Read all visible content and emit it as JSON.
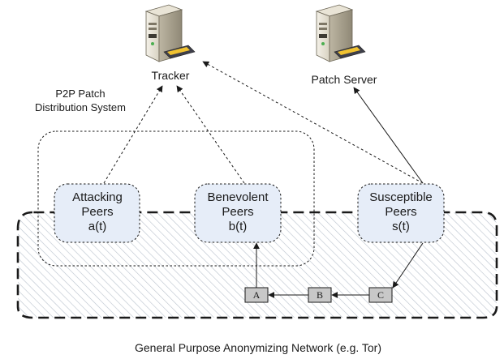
{
  "servers": {
    "tracker": {
      "label": "Tracker",
      "icon": "server-icon"
    },
    "patch_server": {
      "label": "Patch Server",
      "icon": "server-icon"
    }
  },
  "system": {
    "label_line1": "P2P Patch",
    "label_line2": "Distribution System"
  },
  "peers": {
    "attacking": {
      "line1": "Attacking",
      "line2": "Peers",
      "line3": "a(t)"
    },
    "benevolent": {
      "line1": "Benevolent",
      "line2": "Peers",
      "line3": "b(t)"
    },
    "susceptible": {
      "line1": "Susceptible",
      "line2": "Peers",
      "line3": "s(t)"
    }
  },
  "relays": {
    "a": "A",
    "b": "B",
    "c": "C"
  },
  "network": {
    "caption": "General Purpose Anonymizing Network (e.g. Tor)"
  },
  "colors": {
    "peer_fill": "#e6edf8",
    "relay_fill": "#c8c8c8",
    "hatch": "#b9c1cc",
    "stroke": "#1a1a1a"
  }
}
